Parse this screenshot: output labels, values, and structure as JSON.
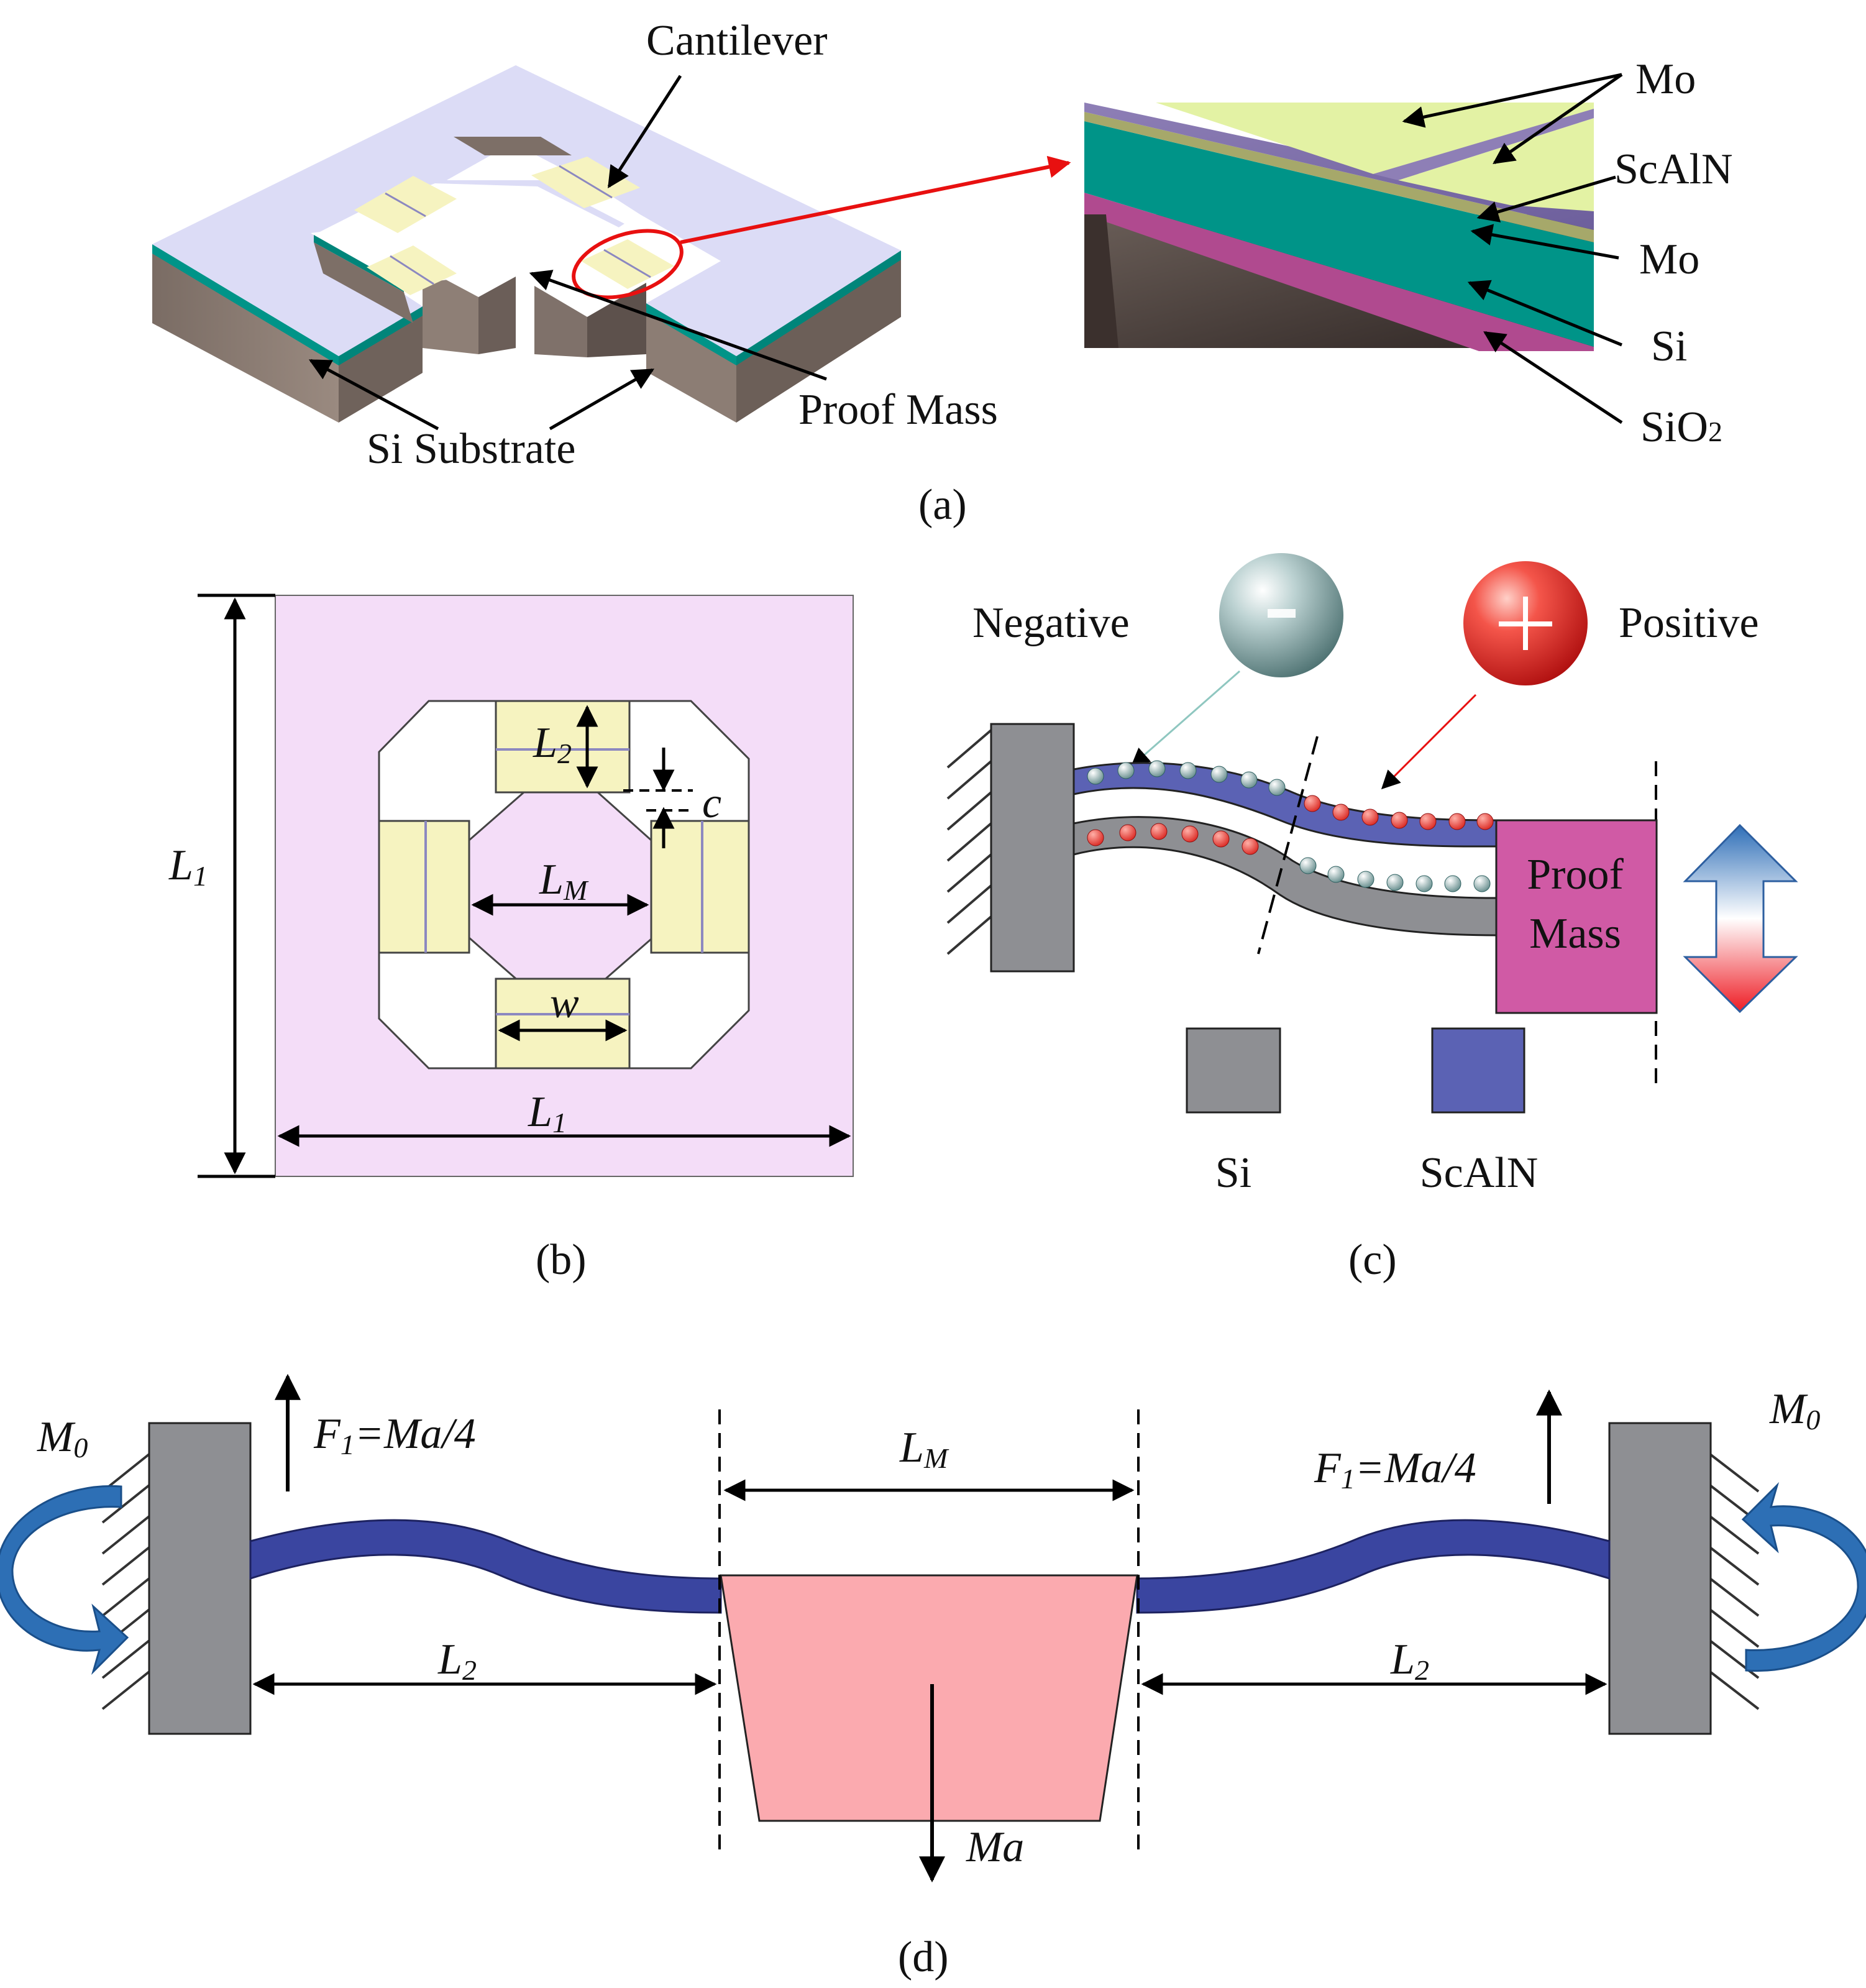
{
  "panel_a": {
    "caption": "(a)",
    "cantilever": "Cantilever",
    "proof_mass": "Proof Mass",
    "si_substrate": "Si Substrate",
    "layers": {
      "mo_top": "Mo",
      "scaln": "ScAlN",
      "mo_bottom": "Mo",
      "si": "Si",
      "sio2_main": "SiO",
      "sio2_sub": "2"
    }
  },
  "panel_b": {
    "caption": "(b)",
    "l1_vertical": {
      "main": "L",
      "sub": "1"
    },
    "l1_horizontal": {
      "main": "L",
      "sub": "1"
    },
    "l2": {
      "main": "L",
      "sub": "2"
    },
    "lm": {
      "main": "L",
      "sub": "M"
    },
    "c": "c",
    "w": "w"
  },
  "panel_c": {
    "caption": "(c)",
    "negative": "Negative",
    "positive": "Positive",
    "proof_mass_line1": "Proof",
    "proof_mass_line2": "Mass",
    "legend_si": "Si",
    "legend_scaln": "ScAlN"
  },
  "panel_d": {
    "caption": "(d)",
    "m0_left": {
      "main": "M",
      "sub": "0"
    },
    "m0_right": {
      "main": "M",
      "sub": "0"
    },
    "f1_left": {
      "main": "F",
      "sub": "1",
      "rest": "=Ma/4"
    },
    "f1_right": {
      "main": "F",
      "sub": "1",
      "rest": "=Ma/4"
    },
    "lm": {
      "main": "L",
      "sub": "M"
    },
    "l2_left": {
      "main": "L",
      "sub": "2"
    },
    "l2_right": {
      "main": "L",
      "sub": "2"
    },
    "ma": "Ma"
  },
  "colors": {
    "top_surface": "#dcdcf6",
    "substrate": "#8a7b72",
    "cantilever_pad": "#f6f3c0",
    "teal": "#009488",
    "purple_layer": "#7d6fa7",
    "sio2": "#b04a8f",
    "mo_film": "#e3f2a4",
    "plate_pink": "#f4ddf8",
    "support_gray": "#8e8f93",
    "scaln_blue": "#5b62b4",
    "proof_mass_magenta": "#d05aa5",
    "beam_navy": "#3a45a0",
    "mass_pink": "#fbaaaf",
    "moment_blue": "#2d6fb5",
    "red_arrow": "#e81010"
  }
}
